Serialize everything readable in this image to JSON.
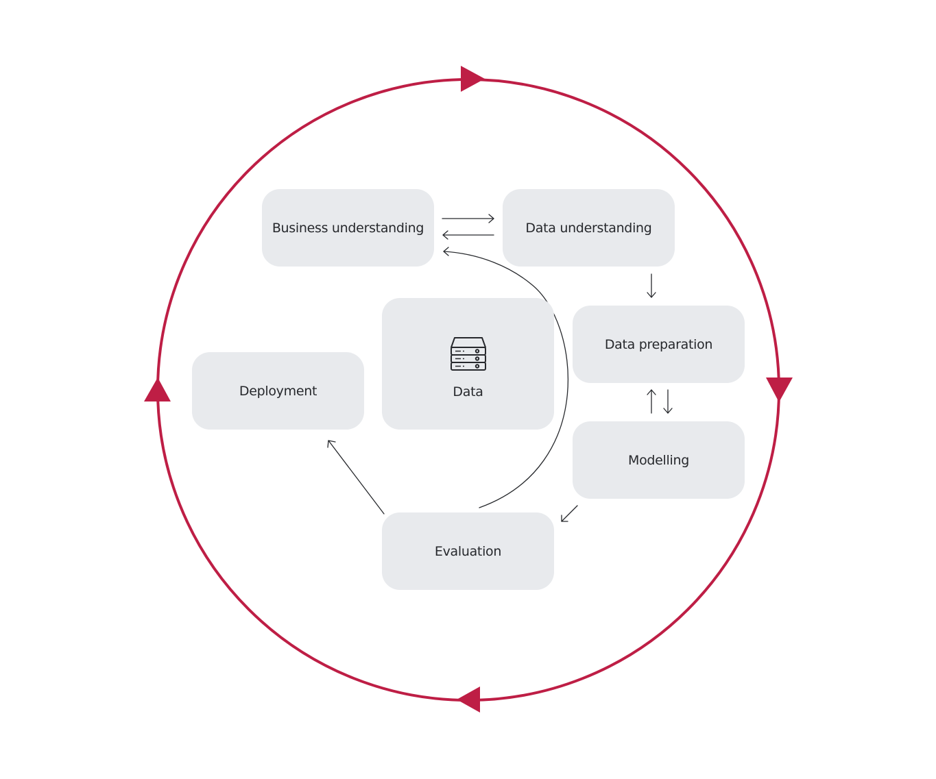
{
  "colors": {
    "cycle": "#be1e45",
    "node_fill": "#e8eaed",
    "text": "#26282c",
    "arrow": "#26282c"
  },
  "nodes": {
    "business_understanding": "Business understanding",
    "data_understanding": "Data understanding",
    "data_preparation": "Data preparation",
    "modelling": "Modelling",
    "evaluation": "Evaluation",
    "deployment": "Deployment",
    "data": {
      "label": "Data",
      "icon": "database-server-icon"
    }
  }
}
